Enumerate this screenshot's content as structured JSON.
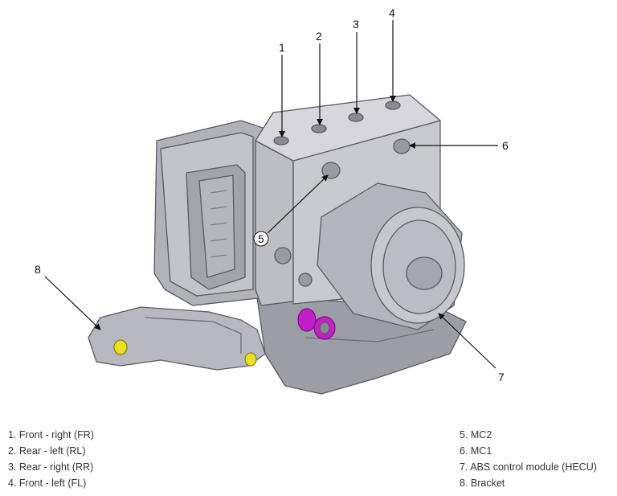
{
  "callouts": [
    {
      "number": "1"
    },
    {
      "number": "2"
    },
    {
      "number": "3"
    },
    {
      "number": "4"
    },
    {
      "number": "5"
    },
    {
      "number": "6"
    },
    {
      "number": "7"
    },
    {
      "number": "8"
    }
  ],
  "legend": {
    "left": [
      "1. Front - right (FR)",
      "2. Rear - left (RL)",
      "3. Rear - right (RR)",
      "4. Front - left (FL)"
    ],
    "right": [
      "5. MC2",
      "6. MC1",
      "7. ABS control module (HECU)",
      "8. Bracket"
    ]
  },
  "colors": {
    "body_light": "#c9c9d0",
    "body_mid": "#a9a9b2",
    "body_dark": "#8a8a94",
    "outline": "#5a5a62",
    "magenta": "#c21fc9",
    "yellow": "#e8e020"
  }
}
